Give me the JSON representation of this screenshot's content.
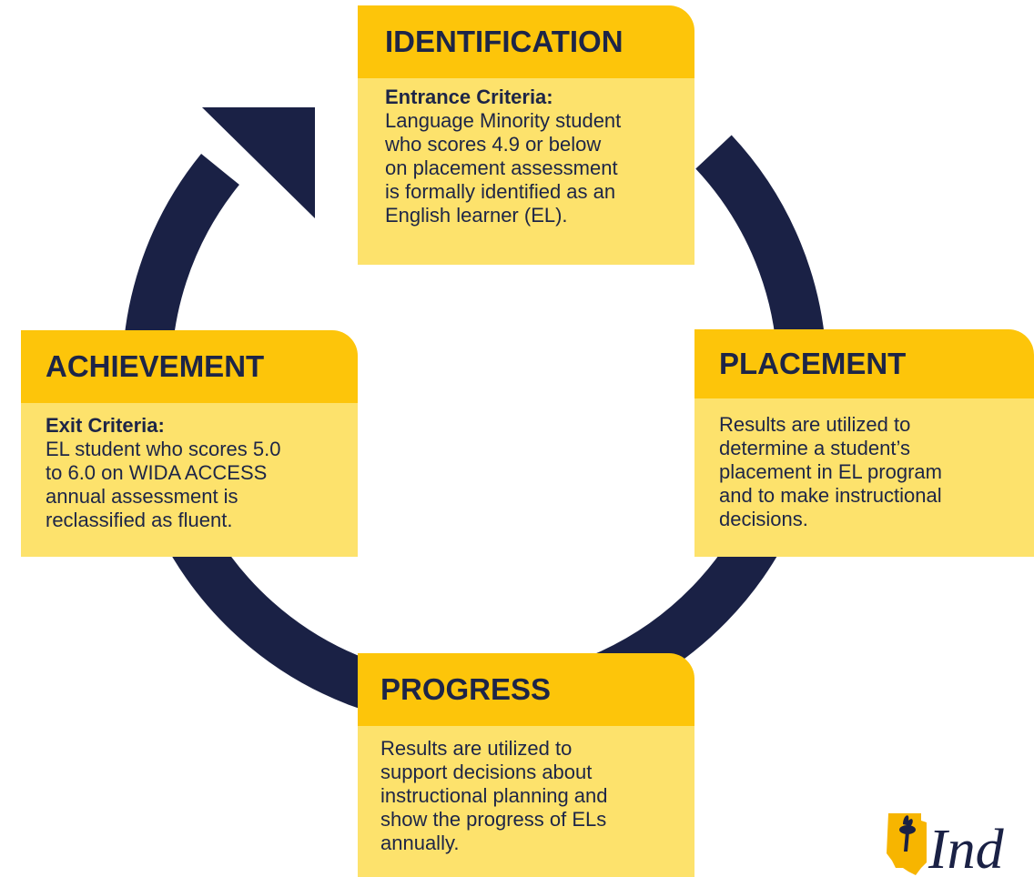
{
  "ring": {
    "color": "#1a2145",
    "arrow_direction": "clockwise"
  },
  "colors": {
    "header": "#fdc50a",
    "body": "#fde26c",
    "text": "#1d2547"
  },
  "stages": {
    "identification": {
      "title": "IDENTIFICATION",
      "criteria_label": "Entrance Criteria:",
      "lines": [
        "Language Minority student",
        "who scores 4.9 or below",
        "on placement assessment",
        "is formally identified as an",
        "English learner (EL)."
      ]
    },
    "placement": {
      "title": "PLACEMENT",
      "lines": [
        "Results are utilized to",
        "determine a student’s",
        "placement in EL program",
        "and to make instructional",
        "decisions."
      ]
    },
    "progress": {
      "title": "PROGRESS",
      "lines": [
        "Results are utilized  to",
        "support decisions about",
        "instructional planning and",
        "show the progress of ELs",
        "annually."
      ]
    },
    "achievement": {
      "title": "ACHIEVEMENT",
      "criteria_label": "Exit Criteria:",
      "lines": [
        "EL student who scores 5.0",
        "to 6.0 on WIDA ACCESS",
        "annual assessment is",
        "reclassified as fluent."
      ]
    }
  },
  "logo": {
    "text": "Ind",
    "icon": "torch-icon"
  }
}
